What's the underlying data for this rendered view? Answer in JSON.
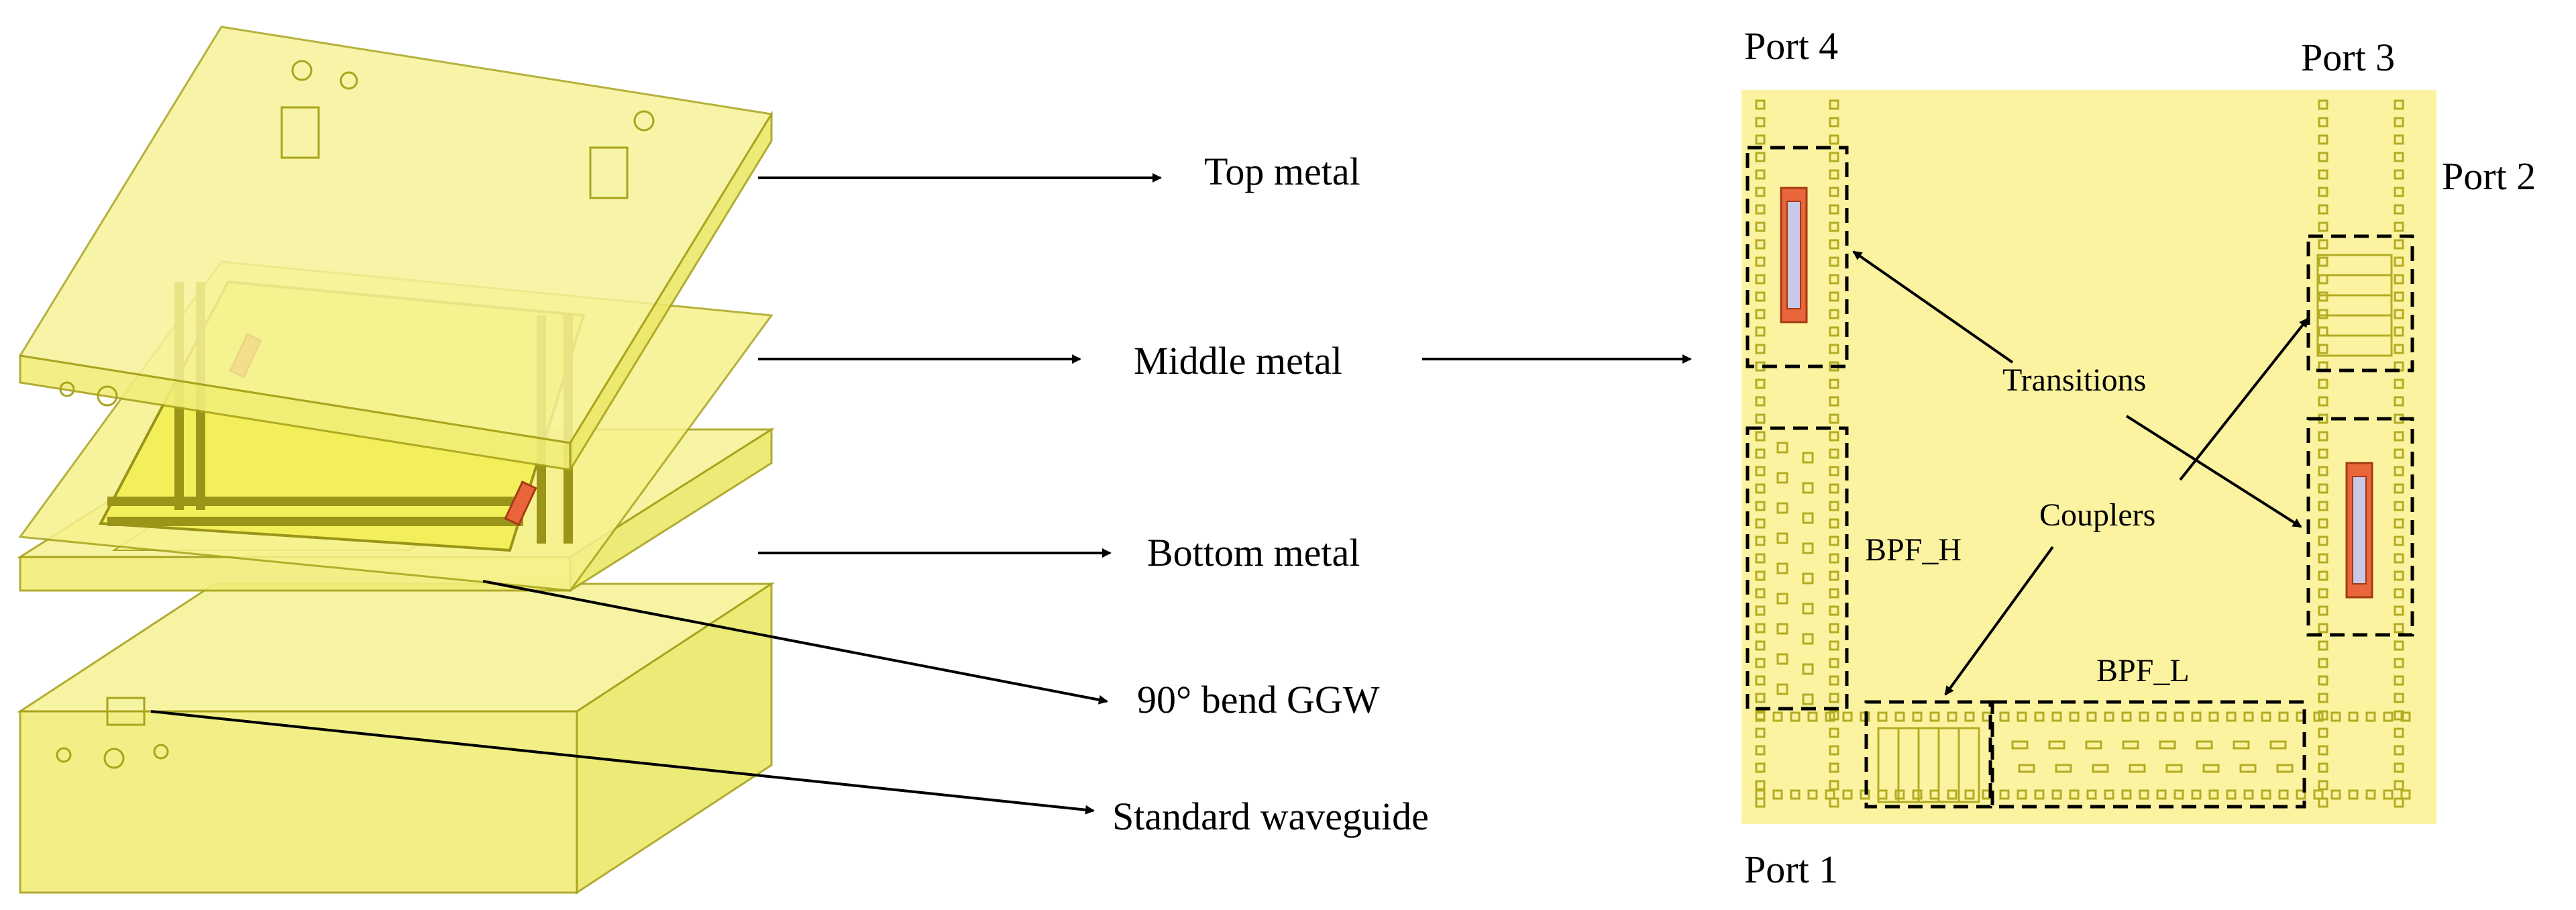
{
  "left_labels": {
    "top_metal": "Top metal",
    "middle_metal": "Middle metal",
    "bottom_metal": "Bottom metal",
    "bend": "90° bend GGW",
    "waveguide": "Standard waveguide"
  },
  "right_labels": {
    "port4": "Port 4",
    "port3": "Port 3",
    "port2": "Port 2",
    "port1": "Port 1",
    "transitions": "Transitions",
    "couplers": "Couplers",
    "bpf_h": "BPF_H",
    "bpf_l": "BPF_L"
  },
  "colors": {
    "metal_fill": "#f4f26a",
    "metal_stroke": "#a9a41c",
    "via": "#9a9418",
    "board": "#fbf3a0",
    "probe": "#e8663a",
    "probe_inner": "#c8c8e8"
  }
}
